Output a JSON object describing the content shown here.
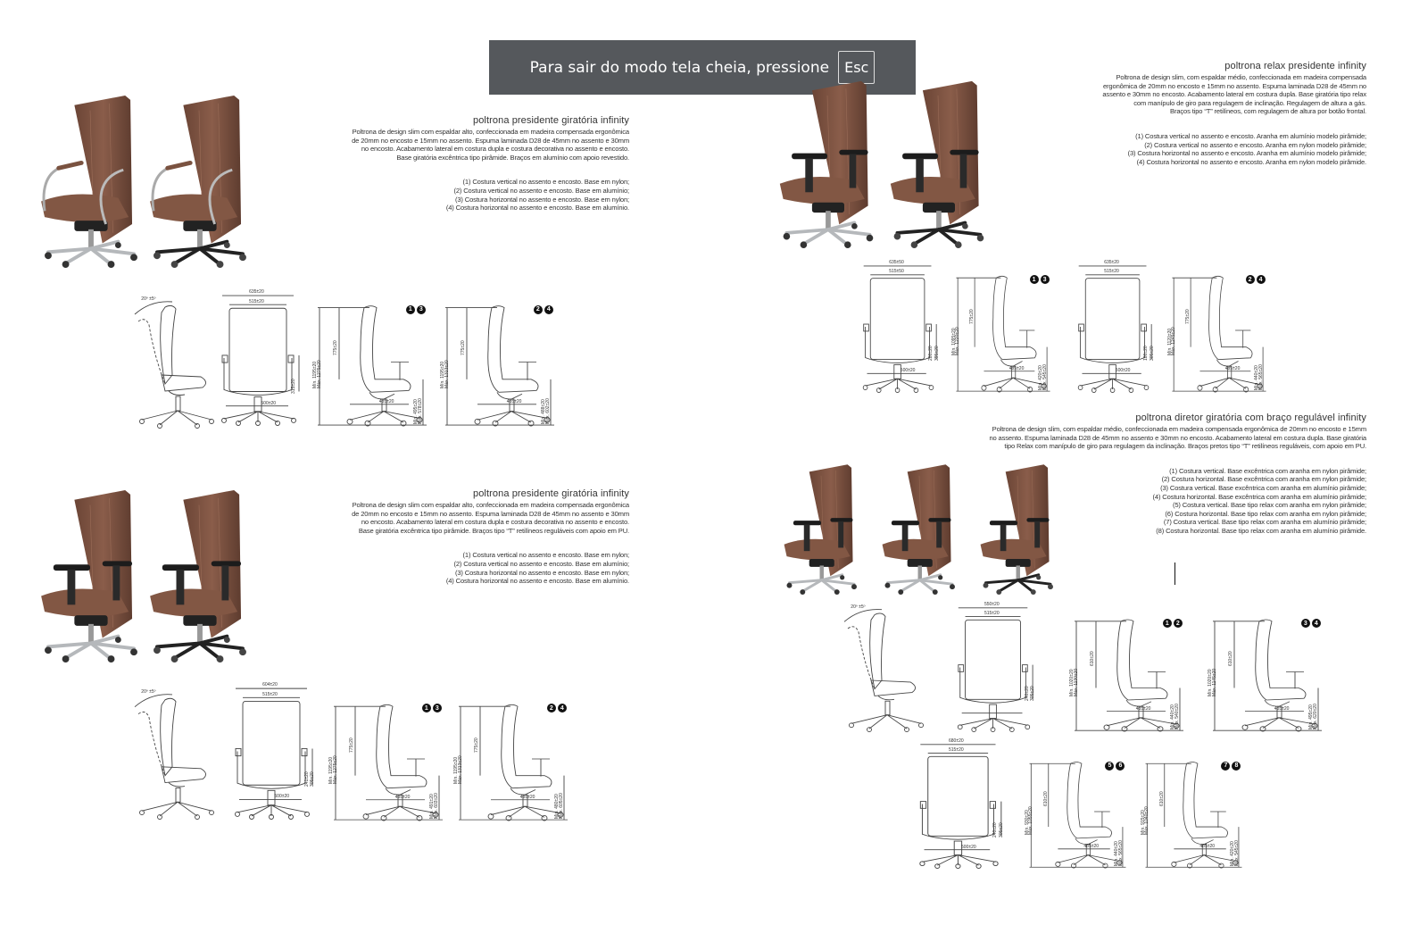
{
  "fullscreen_notice": {
    "text": "Para sair do modo tela cheia, pressione",
    "key": "Esc"
  },
  "colors": {
    "upholstery": "#7a5240",
    "banner": "#55585c"
  },
  "products": [
    {
      "title": "poltrona presidente giratória infinity",
      "description": [
        "Poltrona de design slim com espaldar alto, confeccionada em madeira compensada ergonômica",
        "de 20mm no encosto e 15mm no assento. Espuma laminada D28 de 45mm no assento e 30mm",
        "no encosto. Acabamento lateral em costura dupla e costura decorativa no assento e encosto.",
        "Base giratória excêntrica tipo pirâmide. Braços em alumínio com apoio revestido."
      ],
      "variants": [
        "(1) Costura vertical no assento e encosto. Base em nylon;",
        "(2) Costura vertical no assento e encosto. Base em alumínio;",
        "(3) Costura horizontal no assento e encosto. Base em nylon;",
        "(4) Costura horizontal no assento e encosto. Base em alumínio."
      ],
      "drawings": [
        {
          "type": "recline",
          "angle": "20º ±5º"
        },
        {
          "type": "back",
          "outer": "635±20",
          "inner": "515±20",
          "arm": [
            "315±20"
          ],
          "base": "500±20"
        },
        {
          "type": "side",
          "badges": [
            "1",
            "3"
          ],
          "total": [
            "Mín. 1195±20",
            "Máx. 1275±20"
          ],
          "back": "775±20",
          "depth": "485±20",
          "seat": [
            "Mín. 495±20",
            "Máx. 578±20"
          ]
        },
        {
          "type": "side",
          "badges": [
            "2",
            "4"
          ],
          "total": [
            "Mín. 1195±20",
            "Máx. 1313±20"
          ],
          "back": "775±20",
          "depth": "485±20",
          "seat": [
            "Mín. 488±20",
            "Máx. 602±20"
          ]
        }
      ]
    },
    {
      "title": "poltrona presidente giratória infinity",
      "description": [
        "Poltrona de design slim com espaldar alto, confeccionada em madeira compensada ergonômica",
        "de 20mm no encosto e 15mm no assento. Espuma laminada D28 de 45mm no assento e 30mm",
        "no encosto. Acabamento lateral em costura dupla e costura decorativa no assento e encosto.",
        "Base giratória excêntrica tipo pirâmide. Braços tipo “T” retilíneos reguláveis com apoio em PU."
      ],
      "variants": [
        "(1) Costura vertical no assento e encosto. Base em nylon;",
        "(2) Costura vertical no assento e encosto. Base em alumínio;",
        "(3) Costura horizontal no assento e encosto. Base em nylon;",
        "(4) Costura horizontal no assento e encosto. Base em alumínio."
      ],
      "drawings": [
        {
          "type": "recline",
          "angle": "20º ±5º"
        },
        {
          "type": "back",
          "outer": "604±20",
          "inner": "515±20",
          "arm": [
            "241±20",
            "305±20"
          ],
          "base": "500±20"
        },
        {
          "type": "side",
          "badges": [
            "1",
            "3"
          ],
          "total": [
            "Mín. 1195±20",
            "Máx. 1275±20"
          ],
          "back": "775±20",
          "depth": "485±20",
          "seat": [
            "Mín. 491±20",
            "Máx. 603±20"
          ]
        },
        {
          "type": "side",
          "badges": [
            "2",
            "4"
          ],
          "total": [
            "Mín. 1195±20",
            "Máx. 1313±20"
          ],
          "back": "775±20",
          "depth": "485±20",
          "seat": [
            "Mín. 480±20",
            "Máx. 605±20"
          ]
        }
      ]
    },
    {
      "title": "poltrona relax presidente infinity",
      "description": [
        "Poltrona de design slim, com espaldar médio, confeccionada em madeira compensada",
        "ergonômica de 20mm no encosto e 15mm no assento. Espuma laminada D28 de 45mm no",
        "assento e 30mm no encosto. Acabamento lateral em costura dupla. Base giratória tipo relax",
        "com manípulo de giro para regulagem de inclinação. Regulagem de altura a gás.",
        "Braços tipo “T” retilíneos, com regulagem de altura por botão frontal."
      ],
      "variants": [
        "(1) Costura vertical no assento e encosto. Aranha em alumínio modelo pirâmide;",
        "(2) Costura vertical no assento e encosto. Aranha em nylon modelo pirâmide;",
        "(3) Costura horizontal no assento e encosto. Aranha em alumínio modelo pirâmide;",
        "(4) Costura horizontal no assento e encosto. Aranha em nylon modelo pirâmide."
      ],
      "drawings": [
        {
          "type": "back",
          "outer": "635±50",
          "inner": "515±50",
          "arm": [
            "280±20",
            "395±20"
          ],
          "base": "500±20"
        },
        {
          "type": "side",
          "badges": [
            "1",
            "3"
          ],
          "total": [
            "Mín. 1095±20",
            "Máx. 1220±20"
          ],
          "back": "775±20",
          "depth": "485±20",
          "seat": [
            "Mín. 420±20",
            "Máx. 545±20"
          ]
        },
        {
          "type": "back",
          "outer": "635±20",
          "inner": "515±20",
          "arm": [
            "180±20",
            "305±20"
          ],
          "base": "500±20"
        },
        {
          "type": "side",
          "badges": [
            "2",
            "4"
          ],
          "total": [
            "Mín. 1120±20",
            "Máx. 1245±20"
          ],
          "back": "775±20",
          "depth": "485±20",
          "seat": [
            "Mín. 440±20",
            "Máx. 565±20"
          ]
        }
      ]
    },
    {
      "title": "poltrona diretor giratória com braço regulável infinity",
      "description": [
        "Poltrona de design slim, com espaldar médio, confeccionada em madeira compensada ergonômica de 20mm no encosto e 15mm",
        "no assento. Espuma laminada D28 de 45mm no assento e 30mm no encosto. Acabamento lateral em costura dupla. Base giratória",
        "tipo Relax com manípulo de giro para regulagem da inclinação. Braços pretos tipo “T” retilíneos reguláveis, com apoio em PU."
      ],
      "variants": [
        "(1) Costura vertical. Base excêntrica com aranha em nylon pirâmide;",
        "(2) Costura horizontal. Base excêntrica com aranha em nylon pirâmide;",
        "(3) Costura vertical. Base excêntrica com aranha em alumínio pirâmide;",
        "(4) Costura horizontal. Base excêntrica com aranha em alumínio pirâmide;",
        "(5) Costura vertical. Base tipo relax com aranha em nylon pirâmide;",
        "(6) Costura horizontal. Base tipo relax com aranha em nylon pirâmide;",
        "(7) Costura vertical. Base tipo relax com aranha em alumínio pirâmide;",
        "(8) Costura horizontal. Base tipo relax com aranha em alumínio pirâmide."
      ],
      "drawings": [
        {
          "type": "recline",
          "angle": "20º ±5º"
        },
        {
          "type": "back",
          "outer": "550±20",
          "inner": "515±20",
          "arm": [
            "240±20",
            "305±20"
          ],
          "base": ""
        },
        {
          "type": "side",
          "badges": [
            "1",
            "2"
          ],
          "total": [
            "Mín. 1020±20",
            "Máx. 1130±20"
          ],
          "back": "610±20",
          "depth": "485±20",
          "seat": [
            "Mín. 440±20",
            "Máx. 540±20"
          ]
        },
        {
          "type": "side",
          "badges": [
            "3",
            "4"
          ],
          "total": [
            "Mín. 1020±20",
            "Máx. 1145±20"
          ],
          "back": "610±20",
          "depth": "485±20",
          "seat": [
            "Mín. 495±20",
            "Máx. 620±20"
          ]
        },
        {
          "type": "back",
          "outer": "680±20",
          "inner": "515±20",
          "arm": [
            "240±20",
            "305±20"
          ],
          "base": "500±20"
        },
        {
          "type": "side",
          "badges": [
            "5",
            "6"
          ],
          "total": [
            "Mín. 930±20",
            "Máx. 1055±20"
          ],
          "back": "610±20",
          "depth": "485±20",
          "seat": [
            "Mín. 440±20",
            "Máx. 565±20"
          ]
        },
        {
          "type": "side",
          "badges": [
            "7",
            "8"
          ],
          "total": [
            "Mín. 915±20",
            "Máx. 1040±20"
          ],
          "back": "610±20",
          "depth": "485±20",
          "seat": [
            "Mín. 420±20",
            "Máx. 545±20"
          ]
        }
      ]
    }
  ]
}
